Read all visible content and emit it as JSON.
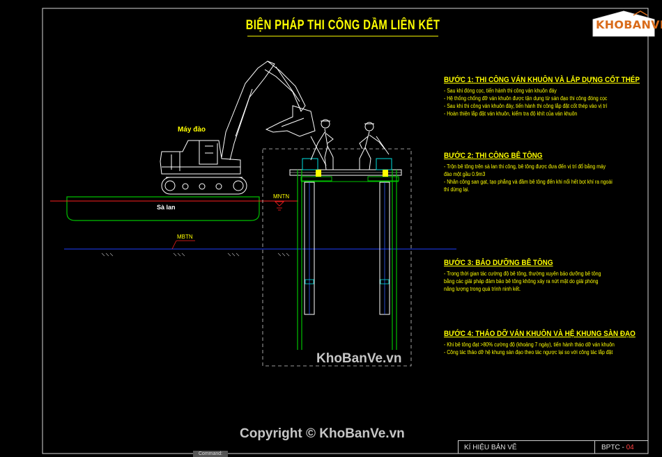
{
  "title": "BIỆN PHÁP THI CÔNG DẦM LIÊN KẾT",
  "labels": {
    "excavator": "Máy đào",
    "barge": "Sà lan",
    "mnth": "MNTN",
    "mbtn": "MBTN"
  },
  "steps": [
    {
      "heading": "BƯỚC 1: THI CÔNG VÁN KHUÔN VÀ LẮP DỰNG CỐT THÉP",
      "lines": [
        "- Sau khi đóng cọc, tiến hành thi công ván khuôn đáy",
        "- Hệ thống chống đỡ ván khuôn được tận dụng từ sàn đạo thi công đóng cọc",
        "- Sau khi thi công ván khuôn đáy, tiến hành thi công lắp đặt cốt thép vào vị trí",
        "- Hoàn thiện lắp đặt ván khuôn, kiểm tra độ khít của ván khuôn"
      ]
    },
    {
      "heading": "BƯỚC 2: THI CÔNG BÊ TÔNG",
      "lines": [
        "- Trộn bê tông trên sà lan thi công, bê tông được đưa đến vị trí đổ bằng máy",
        "đào một gầu 0.9m3",
        "- Nhân công san gạt, tạo phẳng và đầm bê tông đến khi nổi hết bọt khí ra ngoài",
        "thì dừng lại."
      ]
    },
    {
      "heading": "BƯỚC 3: BẢO DƯỠNG BÊ TÔNG",
      "lines": [
        "- Trong thời gian tác cường độ bê tông, thường xuyên bảo dưỡng bê tông",
        "bằng các giải pháp đảm bảo bê tông không xảy ra nứt mặt do giải phóng",
        "năng lượng trong quá trình ninh kết."
      ]
    },
    {
      "heading": "BƯỚC 4: THÁO DỠ VÁN KHUÔN VÀ HỆ KHUNG SÀN ĐẠO",
      "lines": [
        "- Khi bê tông đạt >80% cường độ (khoảng 7 ngày), tiến hành tháo dỡ ván khuôn",
        "- Công tác tháo dỡ hệ khung sàn đạo theo tác ngược lại so với công tác lắp đặt"
      ]
    }
  ],
  "title_block": {
    "label": "KÍ HIỆU BẢN VẼ",
    "code": "BPTC - ",
    "number": "04"
  },
  "watermarks": {
    "center": "KhoBanVe.vn",
    "bottom": "Copyright © KhoBanVe.vn",
    "logo": "KHOBANVE"
  },
  "command_tab": "Command:"
}
